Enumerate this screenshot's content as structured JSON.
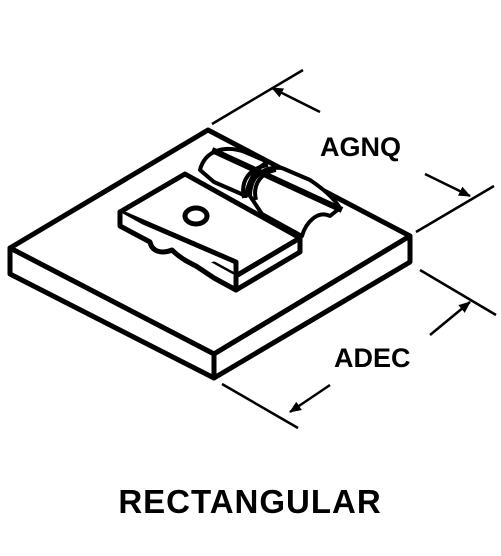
{
  "diagram": {
    "dimension_labels": {
      "top": "AGNQ",
      "bottom": "ADEC"
    },
    "caption": "RECTANGULAR",
    "colors": {
      "ink": "#000000",
      "paper": "#ffffff"
    }
  }
}
